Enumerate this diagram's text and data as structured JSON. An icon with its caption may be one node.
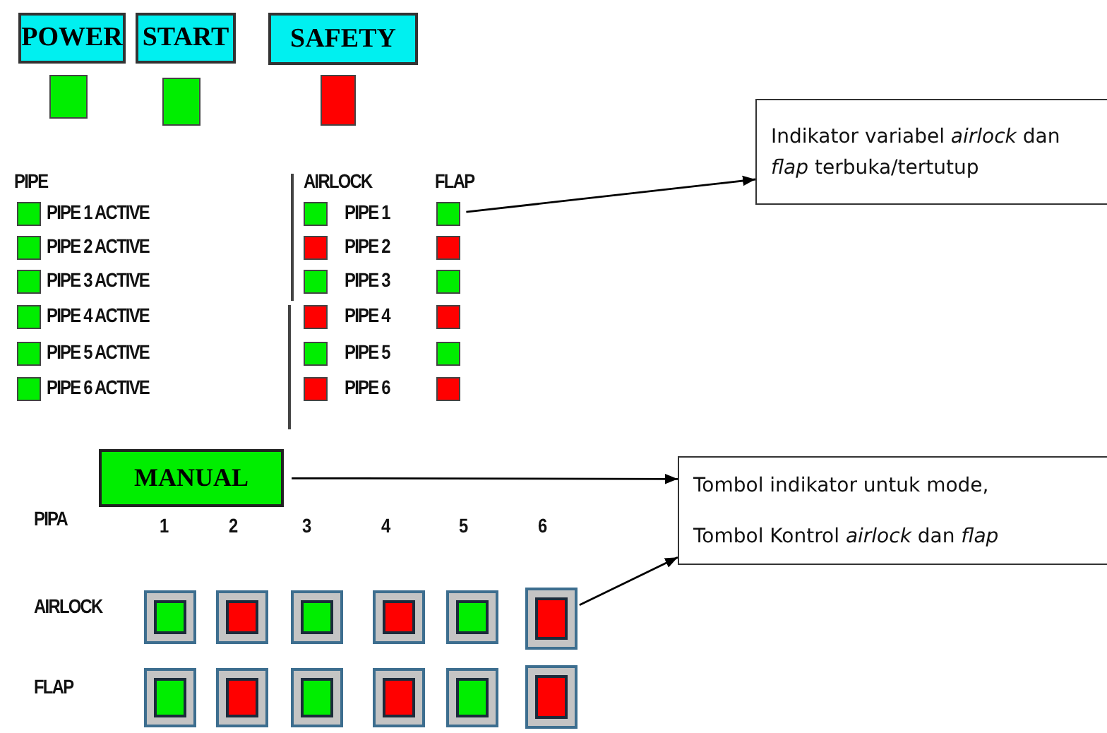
{
  "diagram": {
    "nodes": [
      {
        "text": [
          "POWER"
        ]
      },
      {
        "text": [
          "START"
        ]
      },
      {
        "text": [
          "SAFETY"
        ]
      },
      {
        "text": [],
        "shape": "box"
      },
      {
        "text": [],
        "shape": "box"
      },
      {
        "text": [],
        "shape": "box"
      },
      {
        "text": [],
        "shape": "box"
      },
      {
        "text": [],
        "shape": "box"
      },
      {
        "text": [],
        "shape": "box"
      },
      {
        "text": [],
        "shape": "box"
      },
      {
        "text": [],
        "shape": "box"
      },
      {
        "text": [],
        "shape": "box"
      },
      {
        "text": [],
        "shape": "box"
      },
      {
        "text": [],
        "shape": "box"
      },
      {
        "text": [],
        "shape": "box"
      },
      {
        "text": [],
        "shape": "box"
      },
      {
        "text": [],
        "shape": "box"
      },
      {
        "text": [],
        "shape": "box"
      },
      {
        "text": [],
        "shape": "box"
      },
      {
        "text": [],
        "shape": "box"
      },
      {
        "text": [],
        "shape": "box"
      },
      {
        "text": [],
        "shape": "box"
      },
      {
        "text": [],
        "shape": "box"
      },
      {
        "text": [],
        "shape": "box"
      },
      {
        "text": [
          "Indikator variabel *airlock* dan *flap* terbuka/tertutup"
        ]
      },
      {
        "text": [
          "MANUAL"
        ]
      },
      {
        "text": [
          "Tombol indikator untuk mode,",
          "Tombol Kontrol *airlock* dan *flap*"
        ]
      },
      {
        "text": [],
        "shape": "box"
      },
      {
        "text": [],
        "shape": "box"
      },
      {
        "text": [],
        "shape": "box"
      },
      {
        "text": [],
        "shape": "box"
      },
      {
        "text": [],
        "shape": "box"
      },
      {
        "text": [],
        "shape": "box"
      },
      {
        "text": [],
        "shape": "box"
      },
      {
        "text": [],
        "shape": "box"
      },
      {
        "text": [],
        "shape": "box"
      },
      {
        "text": [],
        "shape": "box"
      },
      {
        "text": [],
        "shape": "box"
      },
      {
        "text": [],
        "shape": "box"
      }
    ],
    "edges": [
      {
        "from": 18,
        "to": 24,
        "arrow": "to"
      },
      {
        "from": 25,
        "to": 26,
        "arrow": "to"
      },
      {
        "from": 32,
        "to": 26,
        "arrow": "to"
      }
    ],
    "labels": [
      "PIPE",
      "AIRLOCK",
      "FLAP",
      "PIPE 1 ACTIVE",
      "PIPE 1",
      "PIPE 2 ACTIVE",
      "PIPE 2",
      "PIPE 3 ACTIVE",
      "PIPE 3",
      "PIPE 4 ACTIVE",
      "PIPE 4",
      "PIPE 5 ACTIVE",
      "PIPE 5",
      "PIPE 6 ACTIVE",
      "PIPE 6",
      "PIPA",
      "1",
      "2",
      "3",
      "4",
      "5",
      "6",
      "AIRLOCK",
      "FLAP"
    ]
  }
}
